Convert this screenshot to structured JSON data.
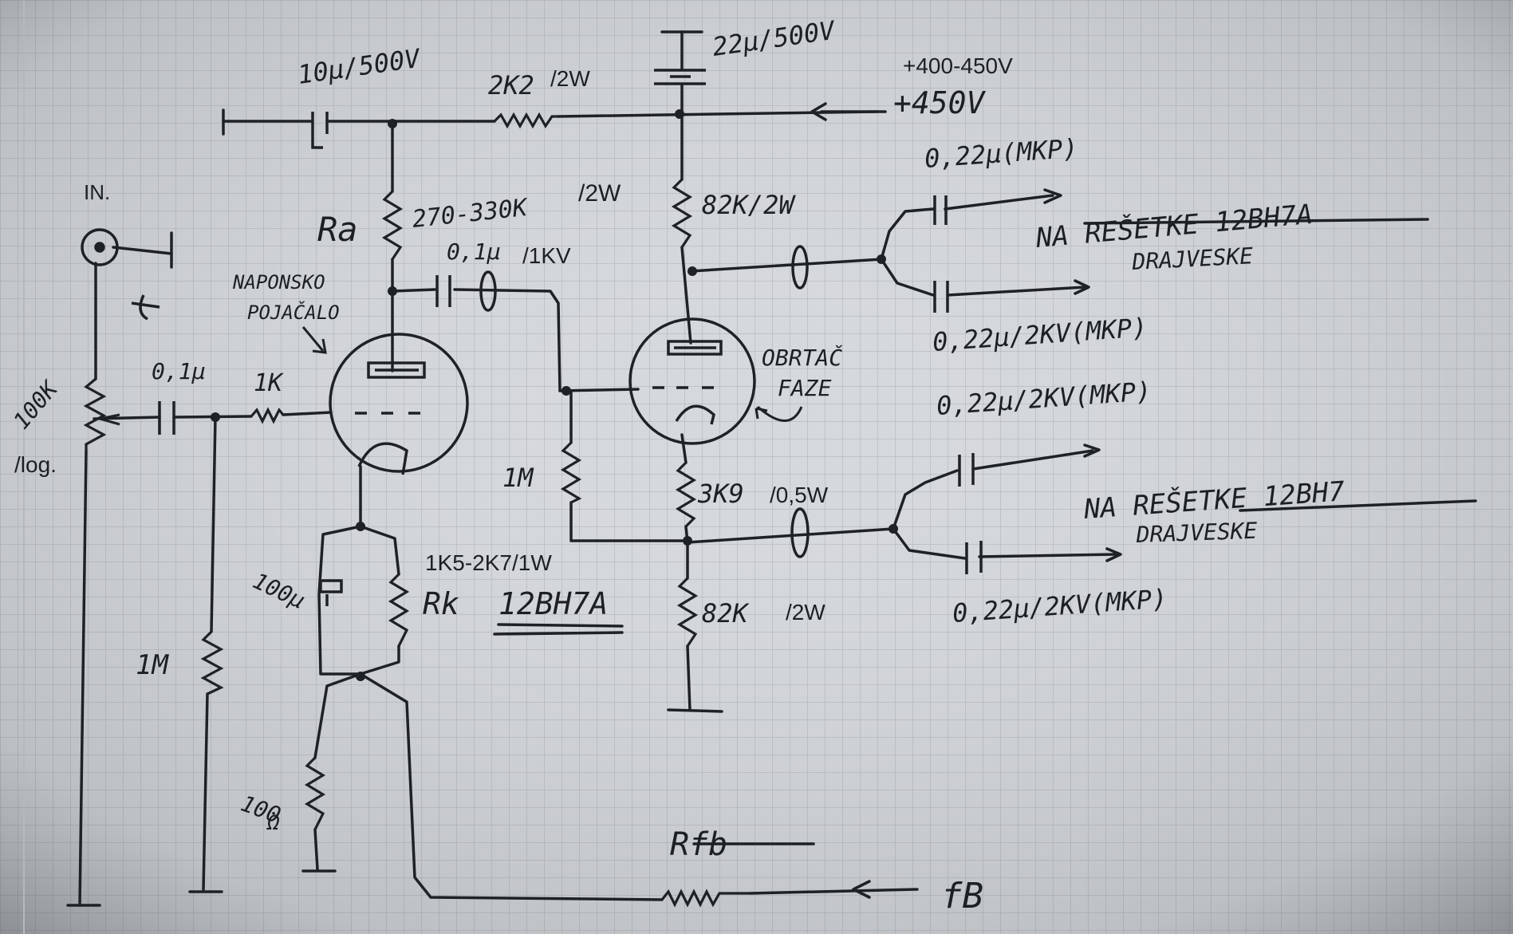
{
  "labels": {
    "cap_10u": "10μ/500V",
    "cap_22u": "22μ/500V",
    "r_2k2": "2K2",
    "r_2k2_power": "/2W",
    "b_plus_typed": "+400-450V",
    "b_plus_hand": "+450V",
    "in_label": "IN.",
    "ra_label": "Ra",
    "ra_value": "270-330K",
    "ra_power": "/2W",
    "r_82k_top_value": "82K/2W",
    "cap_01_1kv_value": "0,1μ",
    "cap_01_1kv_rating": "/1KV",
    "naponsko_line1": "NAPONSKO",
    "naponsko_line2": "POJAČALO",
    "pot_value": "100K",
    "pot_taper": "/log.",
    "cap_01_in": "0,1μ",
    "r_1k": "1K",
    "obrtac_line1": "OBRTAČ",
    "obrtac_line2": "FAZE",
    "r_1m_grid": "1M",
    "r_3k9_value": "3K9",
    "r_3k9_power": "/0,5W",
    "rk_range": "1K5-2K7/1W",
    "cap_100u": "100μ",
    "rk_label": "Rk",
    "tube_name": "12BH7A",
    "r_82k_bot_value": "82K",
    "r_82k_bot_power": "/2W",
    "r_1m_input": "1M",
    "r_100_value": "100",
    "r_100_unit": "Ω",
    "rfb_label": "Rfb",
    "fb_label": "fB",
    "out_cap_1": "0,22μ(MKP)",
    "out_cap_2": "0,22μ/2KV(MKP)",
    "out_cap_3": "0,22μ/2KV(MKP)",
    "out_cap_4": "0,22μ/2KV(MKP)",
    "dest_top_line1": "NA REŠETKE 12BH7A",
    "dest_top_line2": "DRAJVESKE",
    "dest_bot_line1": "NA REŠETKE 12BH7",
    "dest_bot_line2": "DRAJVESKE"
  }
}
